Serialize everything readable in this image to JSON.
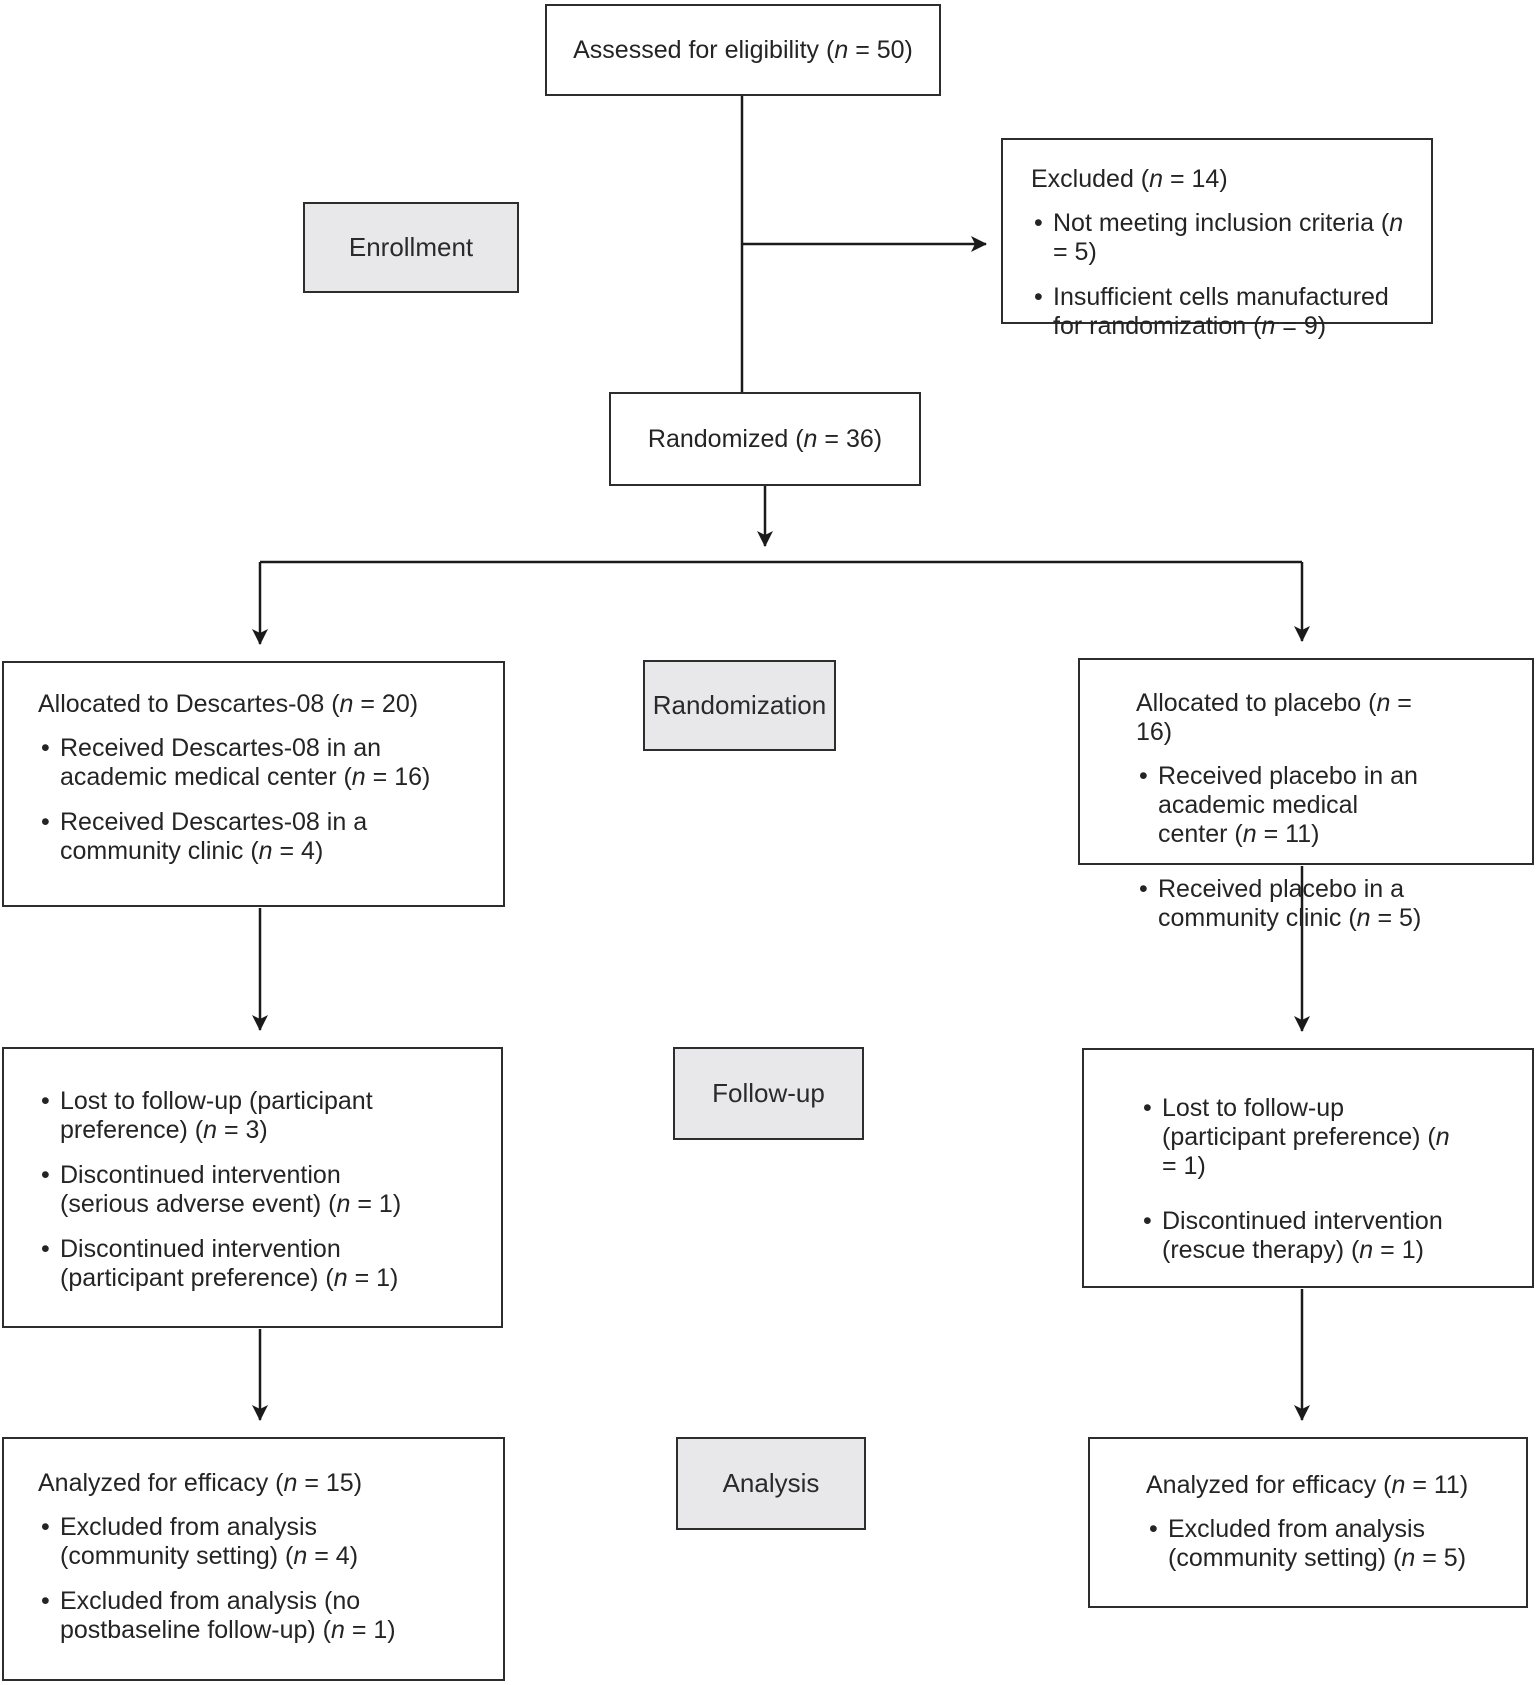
{
  "diagram": {
    "type": "consort-flow-diagram",
    "stages": {
      "enrollment": "Enrollment",
      "randomization": "Randomization",
      "followup": "Follow-up",
      "analysis": "Analysis"
    },
    "boxes": {
      "assessed": {
        "title": "Assessed for eligibility (n = 50)"
      },
      "excluded": {
        "title": "Excluded (n = 14)",
        "bullets": [
          "Not meeting inclusion criteria (n = 5)",
          "Insufficient cells manufactured for randomization (n = 9)"
        ]
      },
      "randomized": {
        "title": "Randomized (n = 36)"
      },
      "allocated_descartes": {
        "title": "Allocated to Descartes-08 (n = 20)",
        "bullets": [
          "Received Descartes-08 in an academic medical center (n = 16)",
          "Received Descartes-08 in a community clinic (n = 4)"
        ]
      },
      "allocated_placebo": {
        "title": "Allocated to placebo (n = 16)",
        "bullets": [
          "Received placebo in an academic medical center (n = 11)",
          "Received placebo in a community clinic (n = 5)"
        ]
      },
      "followup_descartes": {
        "bullets": [
          "Lost to follow-up (participant preference) (n = 3)",
          "Discontinued intervention (serious adverse event) (n = 1)",
          "Discontinued intervention (participant preference) (n = 1)"
        ]
      },
      "followup_placebo": {
        "bullets": [
          "Lost to follow-up (participant preference) (n = 1)",
          "Discontinued intervention (rescue therapy) (n = 1)"
        ]
      },
      "analyzed_descartes": {
        "title": "Analyzed for efficacy (n = 15)",
        "bullets": [
          "Excluded from analysis (community setting) (n = 4)",
          "Excluded from analysis (no postbaseline follow-up) (n = 1)"
        ]
      },
      "analyzed_placebo": {
        "title": "Analyzed for efficacy (n = 11)",
        "bullets": [
          "Excluded from analysis (community setting) (n = 5)"
        ]
      }
    },
    "colors": {
      "stage_label_fill": "#e8e8ea",
      "box_border": "#2d2d2d",
      "connector": "#1a1a1a",
      "text": "#242424",
      "background": "#ffffff"
    }
  }
}
